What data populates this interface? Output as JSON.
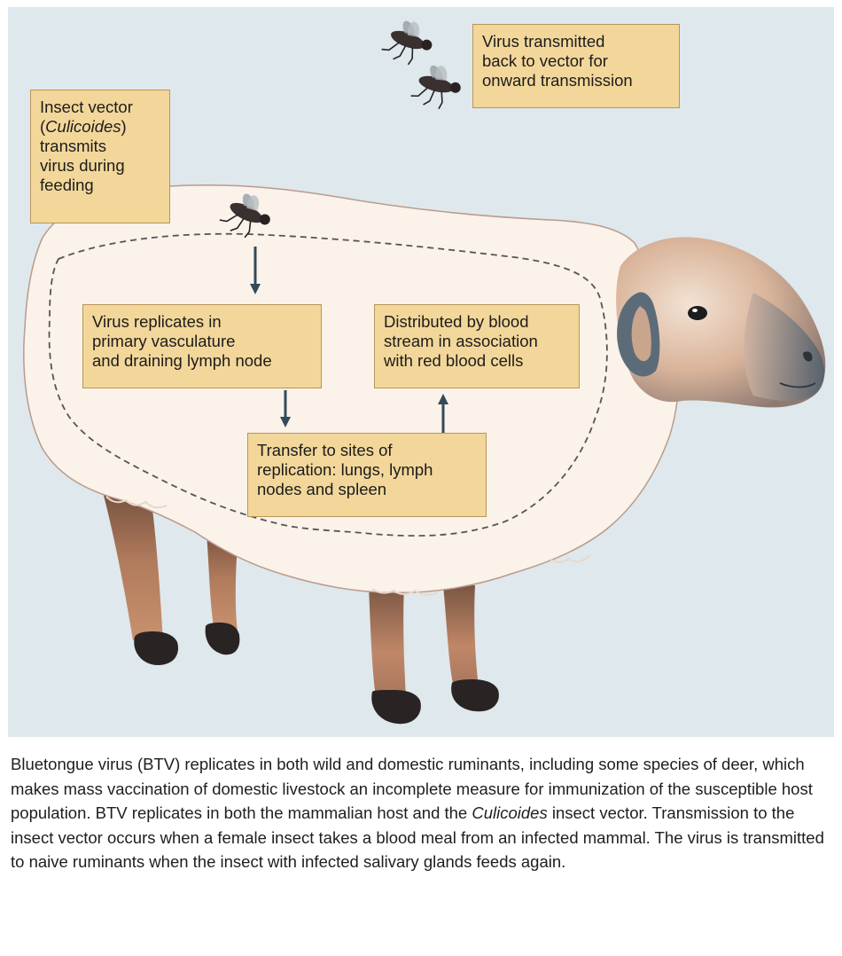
{
  "labels": {
    "vector_back": "Virus transmitted\nback to vector for\nonward transmission",
    "vector_feed": "Insect vector\n(Culicoides)\ntransmits\nvirus during\nfeeding",
    "replicates": "Virus replicates in\nprimary vasculature\nand draining lymph node",
    "distributed": "Distributed by blood\nstream in association\nwith red blood cells",
    "transfer": "Transfer to sites of\nreplication: lungs, lymph\nnodes and spleen"
  },
  "caption": {
    "part1": "Bluetongue virus (BTV) replicates in both wild and domestic ruminants, including some species of deer, which makes mass vaccination of domestic livestock an incomplete measure for immunization of the susceptible host population. BTV replicates in both the mammalian host and the ",
    "italic": "Culicoides",
    "part2": " insect vector. Transmission to the insect vector occurs when a female insect takes a blood meal from an infected mammal. The virus is transmitted to naive ruminants when the insect with infected salivary glands feeds again."
  },
  "colors": {
    "background": "#dfe8ec",
    "fleece": "#fbf2ea",
    "label_fill": "#f3d79a",
    "label_border": "#b8955a",
    "arrow": "#34495a",
    "leg": "#9a6a52",
    "hoof": "#2a2323"
  },
  "icons": [
    "fly-icon",
    "sheep-illustration",
    "down-arrow-icon",
    "up-arrow-icon"
  ]
}
